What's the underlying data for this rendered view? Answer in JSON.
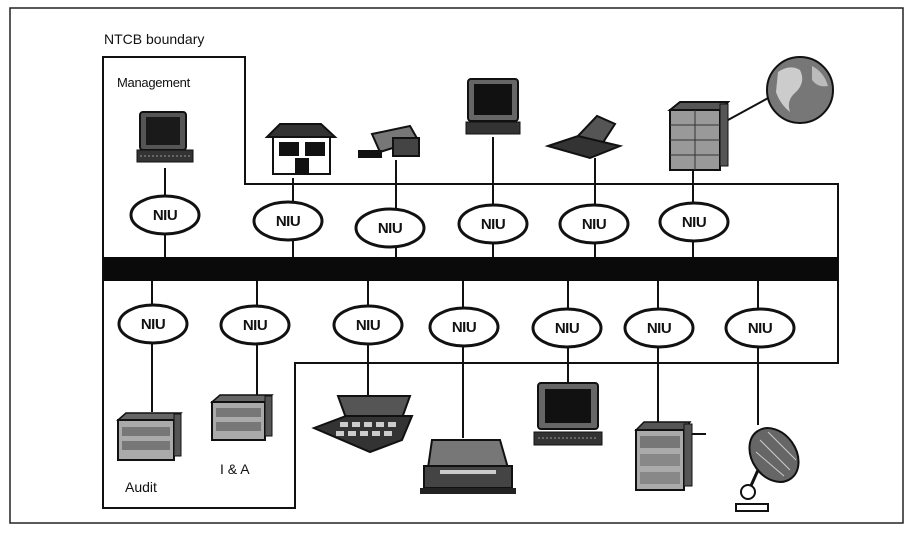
{
  "title": "NTCB boundary",
  "labels": {
    "management": "Management",
    "audit": "Audit",
    "ia": "I & A"
  },
  "niu_label": "NIU",
  "top_nodes": [
    {
      "name": "management-terminal-icon",
      "niu": "NIU"
    },
    {
      "name": "building-icon",
      "niu": "NIU"
    },
    {
      "name": "projector-icon",
      "niu": "NIU"
    },
    {
      "name": "workstation-icon",
      "niu": "NIU"
    },
    {
      "name": "laptop-icon",
      "niu": "NIU"
    },
    {
      "name": "server-cabinet-icon",
      "niu": "NIU"
    }
  ],
  "bottom_nodes": [
    {
      "name": "audit-server-icon",
      "niu": "NIU"
    },
    {
      "name": "ia-server-icon",
      "niu": "NIU"
    },
    {
      "name": "keypad-terminal-icon",
      "niu": "NIU"
    },
    {
      "name": "printer-icon",
      "niu": "NIU"
    },
    {
      "name": "monitor-icon",
      "niu": "NIU"
    },
    {
      "name": "file-server-icon",
      "niu": "NIU"
    },
    {
      "name": "satellite-dish-icon",
      "niu": "NIU"
    }
  ],
  "external_icon": "globe-icon",
  "colors": {
    "ink": "#111111",
    "panel": "#ffffff",
    "bus": "#0a0a0a"
  }
}
